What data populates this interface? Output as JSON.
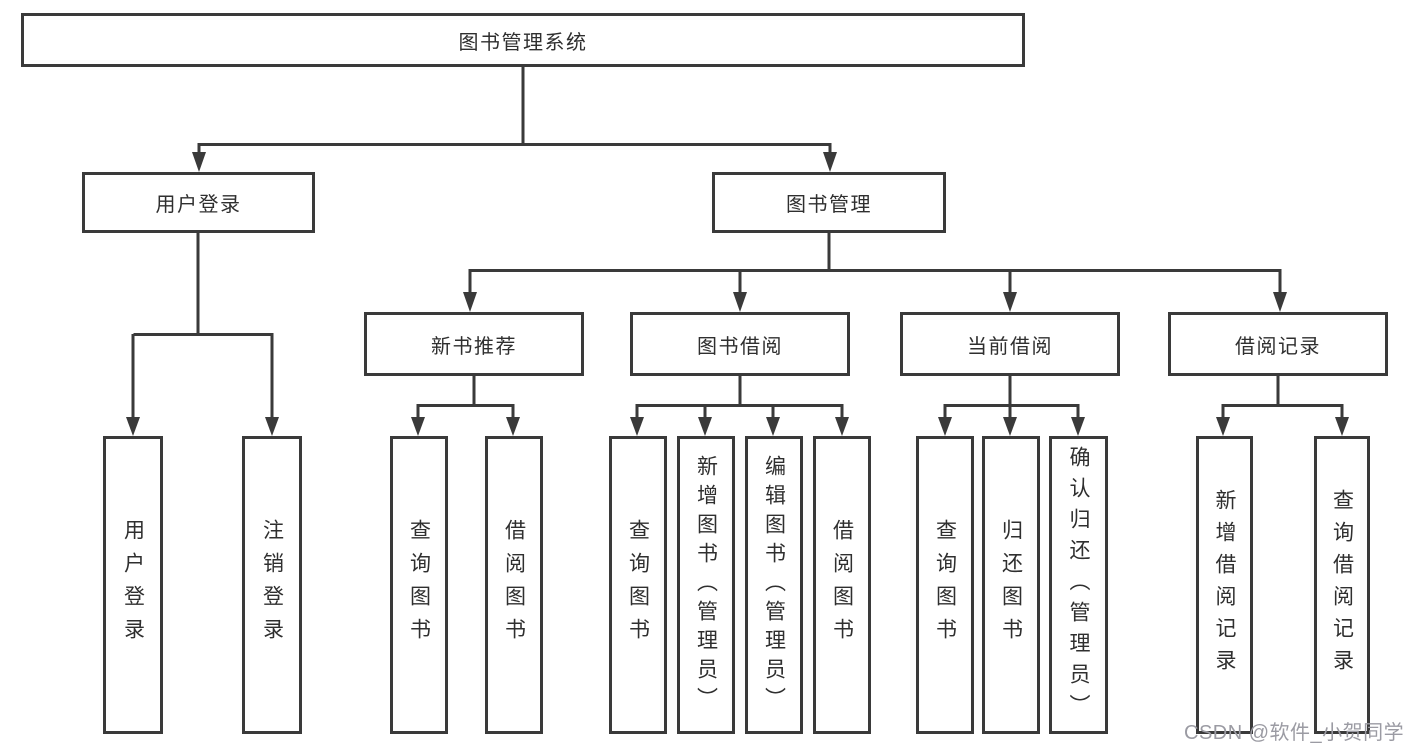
{
  "diagram": {
    "root": {
      "label": "图书管理系统"
    },
    "level2": {
      "user_login": {
        "label": "用户登录"
      },
      "book_management": {
        "label": "图书管理"
      }
    },
    "level3": {
      "new_book_recommendation": {
        "label": "新书推荐"
      },
      "book_borrowing": {
        "label": "图书借阅"
      },
      "current_borrowing": {
        "label": "当前借阅"
      },
      "borrowing_records": {
        "label": "借阅记录"
      }
    },
    "leaves": {
      "user_login": {
        "label": "用户登录"
      },
      "logout": {
        "label": "注销登录"
      },
      "recommend_query_books": {
        "label": "查询图书"
      },
      "recommend_borrow_books": {
        "label": "借阅图书"
      },
      "borrowing_query_books": {
        "label": "查询图书"
      },
      "borrowing_add_books_admin": {
        "label": "新增图书（管理员）"
      },
      "borrowing_edit_books_admin": {
        "label": "编辑图书（管理员）"
      },
      "borrowing_borrow_books": {
        "label": "借阅图书"
      },
      "current_query_books": {
        "label": "查询图书"
      },
      "current_return_books": {
        "label": "归还图书"
      },
      "current_confirm_return_admin": {
        "label": "确认归还（管理员）"
      },
      "records_add_borrow_record": {
        "label": "新增借阅记录"
      },
      "records_query_borrow_record": {
        "label": "查询借阅记录"
      }
    }
  },
  "watermark": {
    "text": "CSDN @软件_小贺同学"
  },
  "colors": {
    "line": "#3a3a3a",
    "text": "#2f2f2f",
    "box_background": "#ffffff",
    "watermark": "#9b9ba3"
  }
}
